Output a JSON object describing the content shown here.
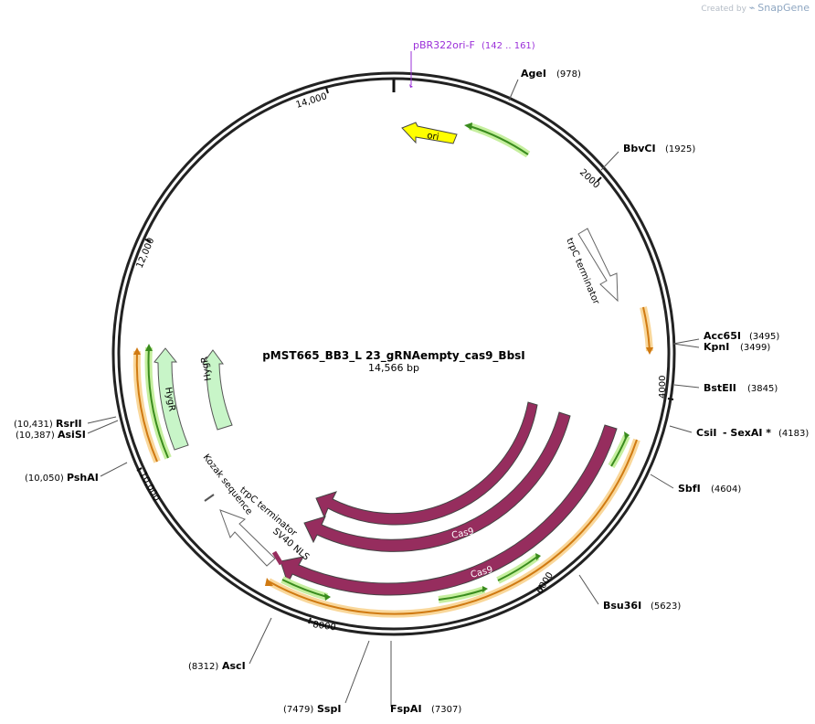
{
  "branding": {
    "created_by": "Created by",
    "product": "SnapGene"
  },
  "plasmid": {
    "name": "pMST665_BB3_L 23_gRNAempty_cas9_BbsI",
    "size_label": "14,566 bp"
  },
  "primer": {
    "name": "pBR322ori-F",
    "range": "(142 .. 161)",
    "color": "#9b30d9"
  },
  "ticks": [
    "2000",
    "4000",
    "6000",
    "8000",
    "10,000",
    "12,000",
    "14,000"
  ],
  "sites": [
    {
      "name": "AgeI",
      "pos": "(978)"
    },
    {
      "name": "BbvCI",
      "pos": "(1925)"
    },
    {
      "name": "Acc65I",
      "pos": "(3495)"
    },
    {
      "name": "KpnI",
      "pos": "(3499)"
    },
    {
      "name": "BstEII",
      "pos": "(3845)"
    },
    {
      "name": "CsiI",
      "pos": ""
    },
    {
      "name": "- SexAI *",
      "pos": "(4183)"
    },
    {
      "name": "SbfI",
      "pos": "(4604)"
    },
    {
      "name": "Bsu36I",
      "pos": "(5623)"
    },
    {
      "name": "FspAI",
      "pos": "(7307)"
    },
    {
      "name": "SspI",
      "pos": "(7479)"
    },
    {
      "name": "AscI",
      "pos": "(8312)"
    },
    {
      "name": "PshAI",
      "pos": "(10,050)"
    },
    {
      "name": "AsiSI",
      "pos": "(10,387)"
    },
    {
      "name": "RsrII",
      "pos": "(10,431)"
    }
  ],
  "features": {
    "ori": "ori",
    "trpc_top": "trpC terminator",
    "cas9_inner": "Cas9",
    "cas9_middle": "Cas9",
    "cas9_outer": "Cas9",
    "hygr_a": "HygR",
    "hygr_b": "HygR",
    "kozak": "Kozak sequence",
    "trpc_bottom": "trpC terminator",
    "sv40": "SV40 NLS"
  },
  "colors": {
    "backbone": "#222222",
    "cas9": "#962d5e",
    "ori": "#ffff00",
    "hygr": "#c8f5c8",
    "terminator": "#ffffff",
    "orf_arrow": "#3a8c1e",
    "orf_halo_green": "#c6ef9f",
    "orf_halo_orange": "#f9d79a",
    "orf_arrow_orange": "#d07a12"
  }
}
